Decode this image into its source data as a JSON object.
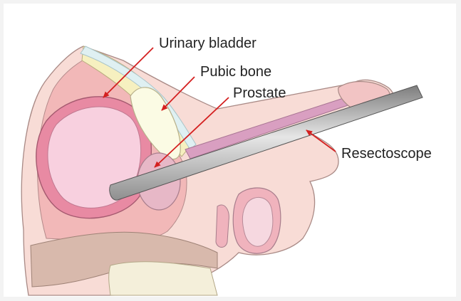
{
  "labels": {
    "urinary_bladder": "Urinary bladder",
    "pubic_bone": "Pubic bone",
    "prostate": "Prostate",
    "resectoscope": "Resectoscope"
  },
  "colors": {
    "pointer": "#d42020",
    "bladder_wall": "#e88aa3",
    "bladder_lumen": "#f8d0df",
    "pelvic_tissue": "#f2b8b8",
    "fat": "#f6f0c0",
    "pubic_bone": "#fbfbe4",
    "prostate": "#e7b8c7",
    "rectum": "#f0b3bd",
    "instrument": "#a9a9a9"
  }
}
